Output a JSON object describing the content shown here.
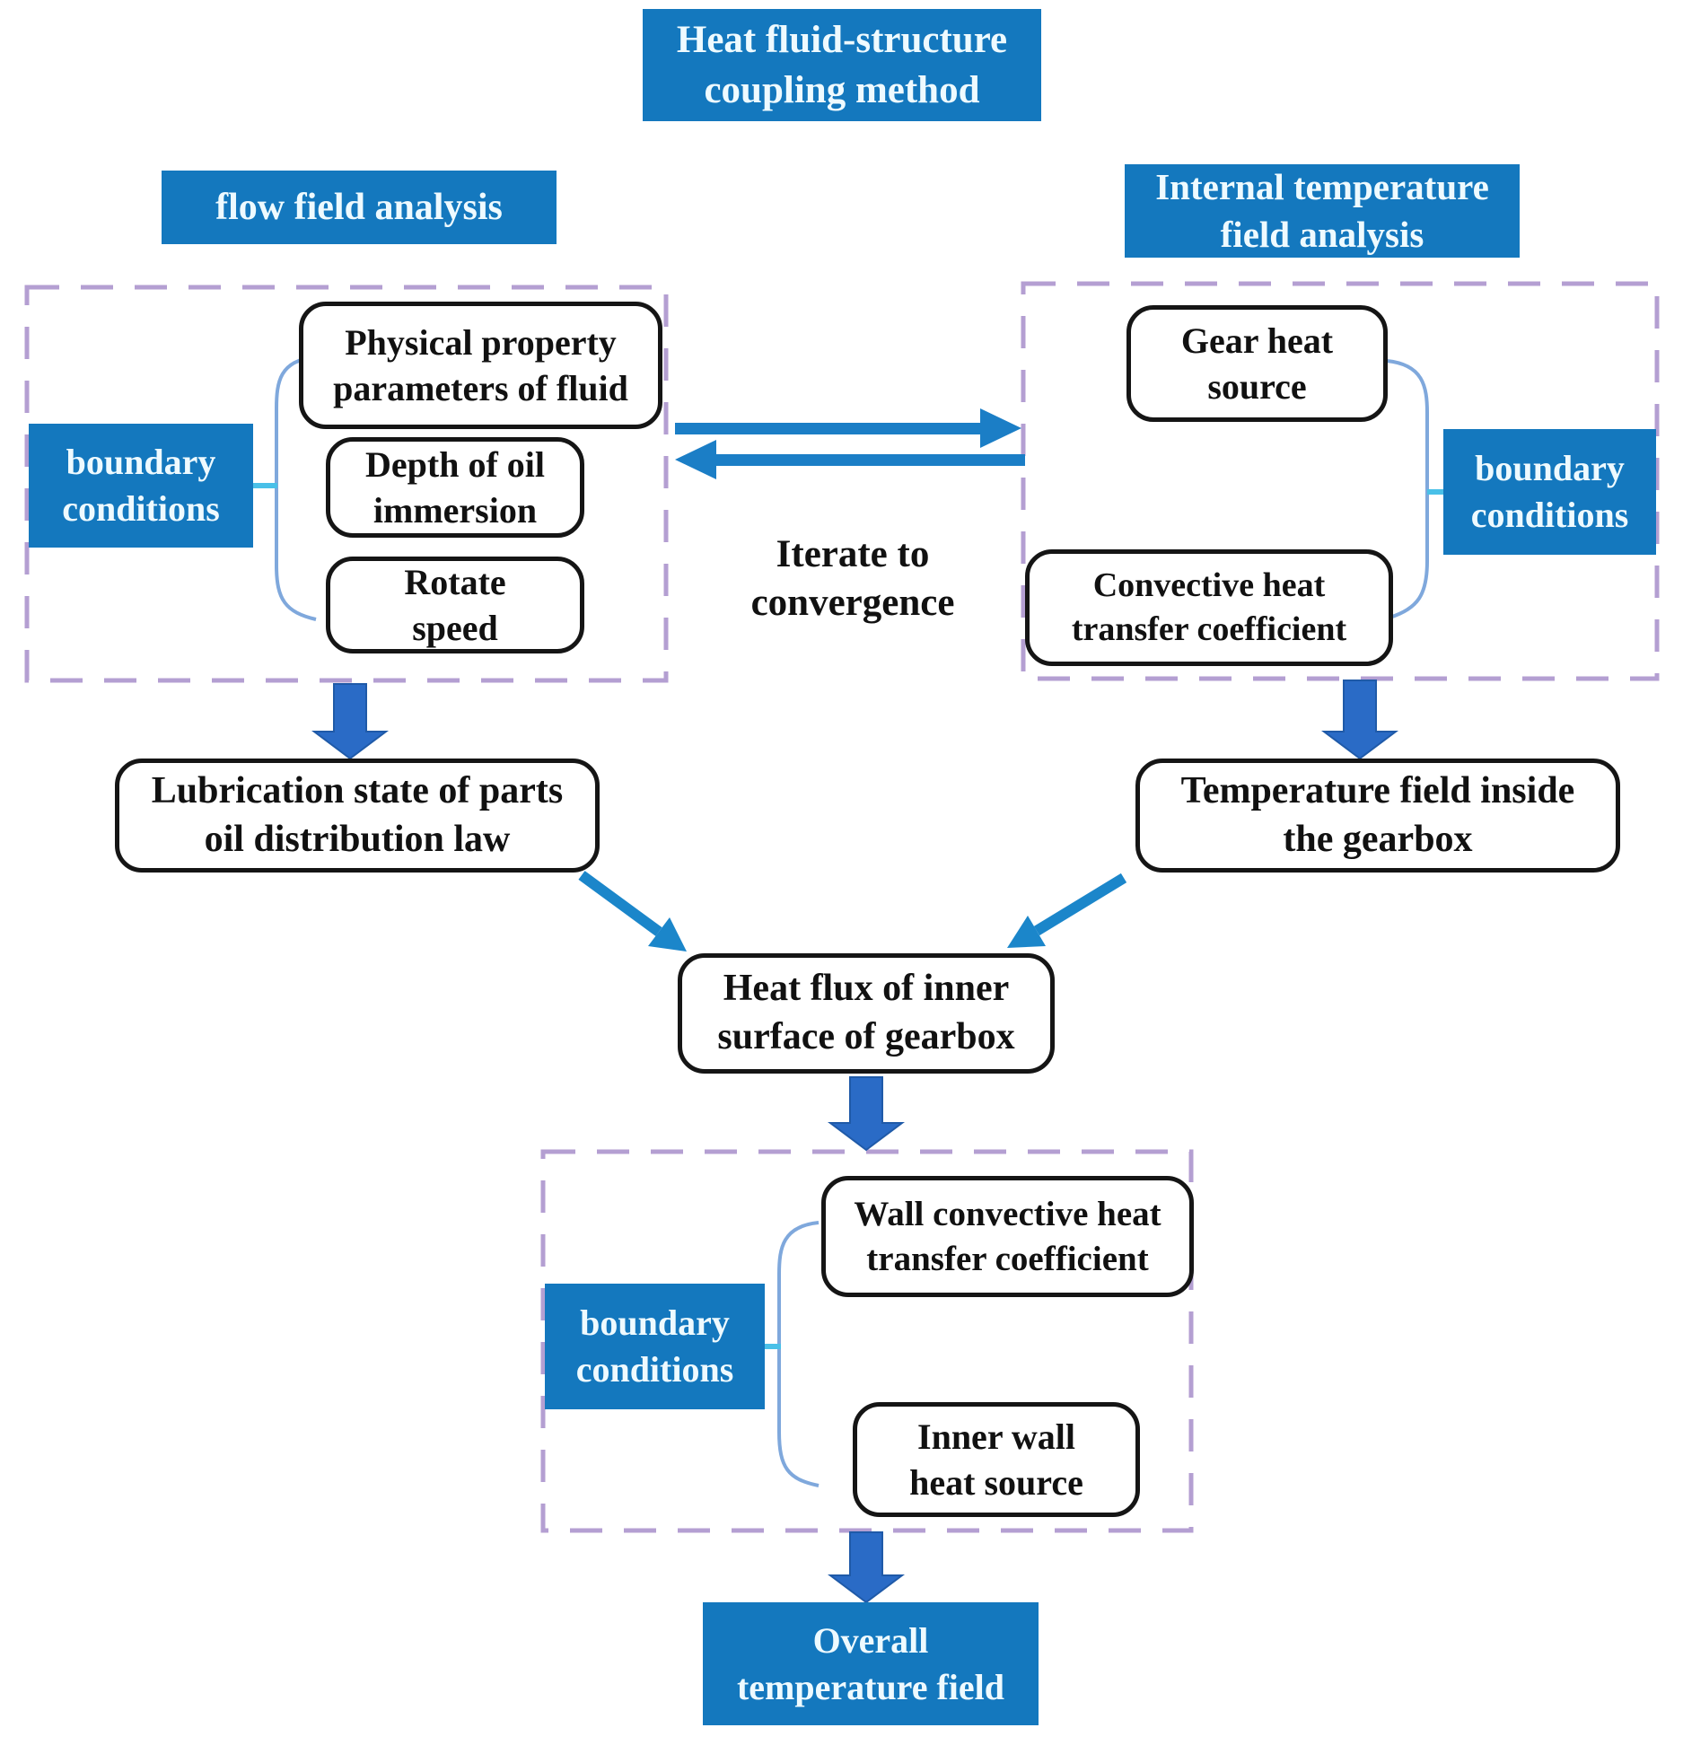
{
  "diagram": {
    "title": "Heat fluid-structure\ncoupling method",
    "flow_section": {
      "label": "flow field analysis",
      "boundary_label": "boundary\nconditions",
      "nodes": [
        "Physical property\nparameters of fluid",
        "Depth of oil\nimmersion",
        "Rotate\nspeed"
      ],
      "output_node": "Lubrication state of parts\noil distribution law"
    },
    "internal_section": {
      "label": "Internal temperature\nfield analysis",
      "boundary_label": "boundary\nconditions",
      "nodes": [
        "Gear heat\nsource",
        "Convective heat\ntransfer coefficient"
      ],
      "output_node": "Temperature field inside\nthe gearbox"
    },
    "middle": {
      "iterate_label": "Iterate to\nconvergence",
      "heat_flux_node": "Heat flux of inner\nsurface of gearbox"
    },
    "wall_section": {
      "boundary_label": "boundary\nconditions",
      "nodes": [
        "Wall convective heat\ntransfer coefficient",
        "Inner wall\nheat source"
      ],
      "output_node": "Overall\ntemperature field"
    },
    "colors": {
      "box_blue": "#1478be",
      "block_arrow_blue": "#2a6bc6",
      "flat_arrow_blue": "#1b7ec6",
      "line_arrow_blue": "#1b86ca",
      "dashed_border_purple": "#b49fd2",
      "bracket_blue": "#7fa8dc",
      "tick_cyan": "#49c0e8"
    }
  }
}
